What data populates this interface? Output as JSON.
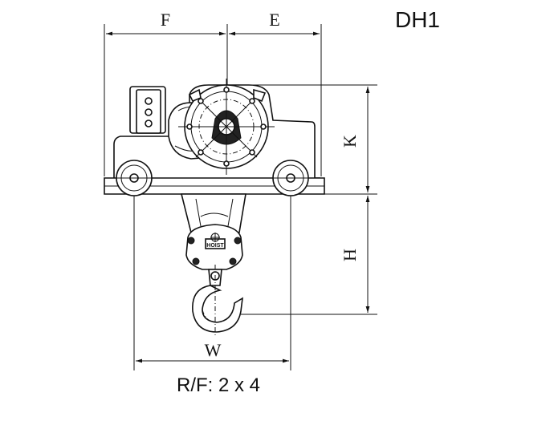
{
  "model": "DH1",
  "ratio_label": "R/F: 2 x 4",
  "dimensions": {
    "F": "F",
    "E": "E",
    "K": "K",
    "H": "H",
    "W": "W"
  },
  "nameplate": "HOIST"
}
